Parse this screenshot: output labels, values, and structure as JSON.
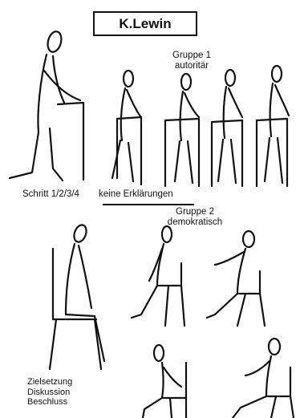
{
  "title": "K.Lewin",
  "group1": {
    "name": "Gruppe 1",
    "style": "autoritär"
  },
  "group2": {
    "name": "Gruppe 2",
    "style": "demokratisch"
  },
  "step_label": "Schritt 1/2/3/4",
  "no_explanations": "keine Erklärungen",
  "democratic_steps": [
    "Zielsetzung",
    "Diskussion",
    "Beschluss"
  ],
  "figures": {
    "teacher_standing": "standing-leader-figure",
    "pupils_standing": "standing-pupil-figure",
    "leader_seated": "seated-leader-figure",
    "pupils_seated": "seated-pupil-figure"
  }
}
